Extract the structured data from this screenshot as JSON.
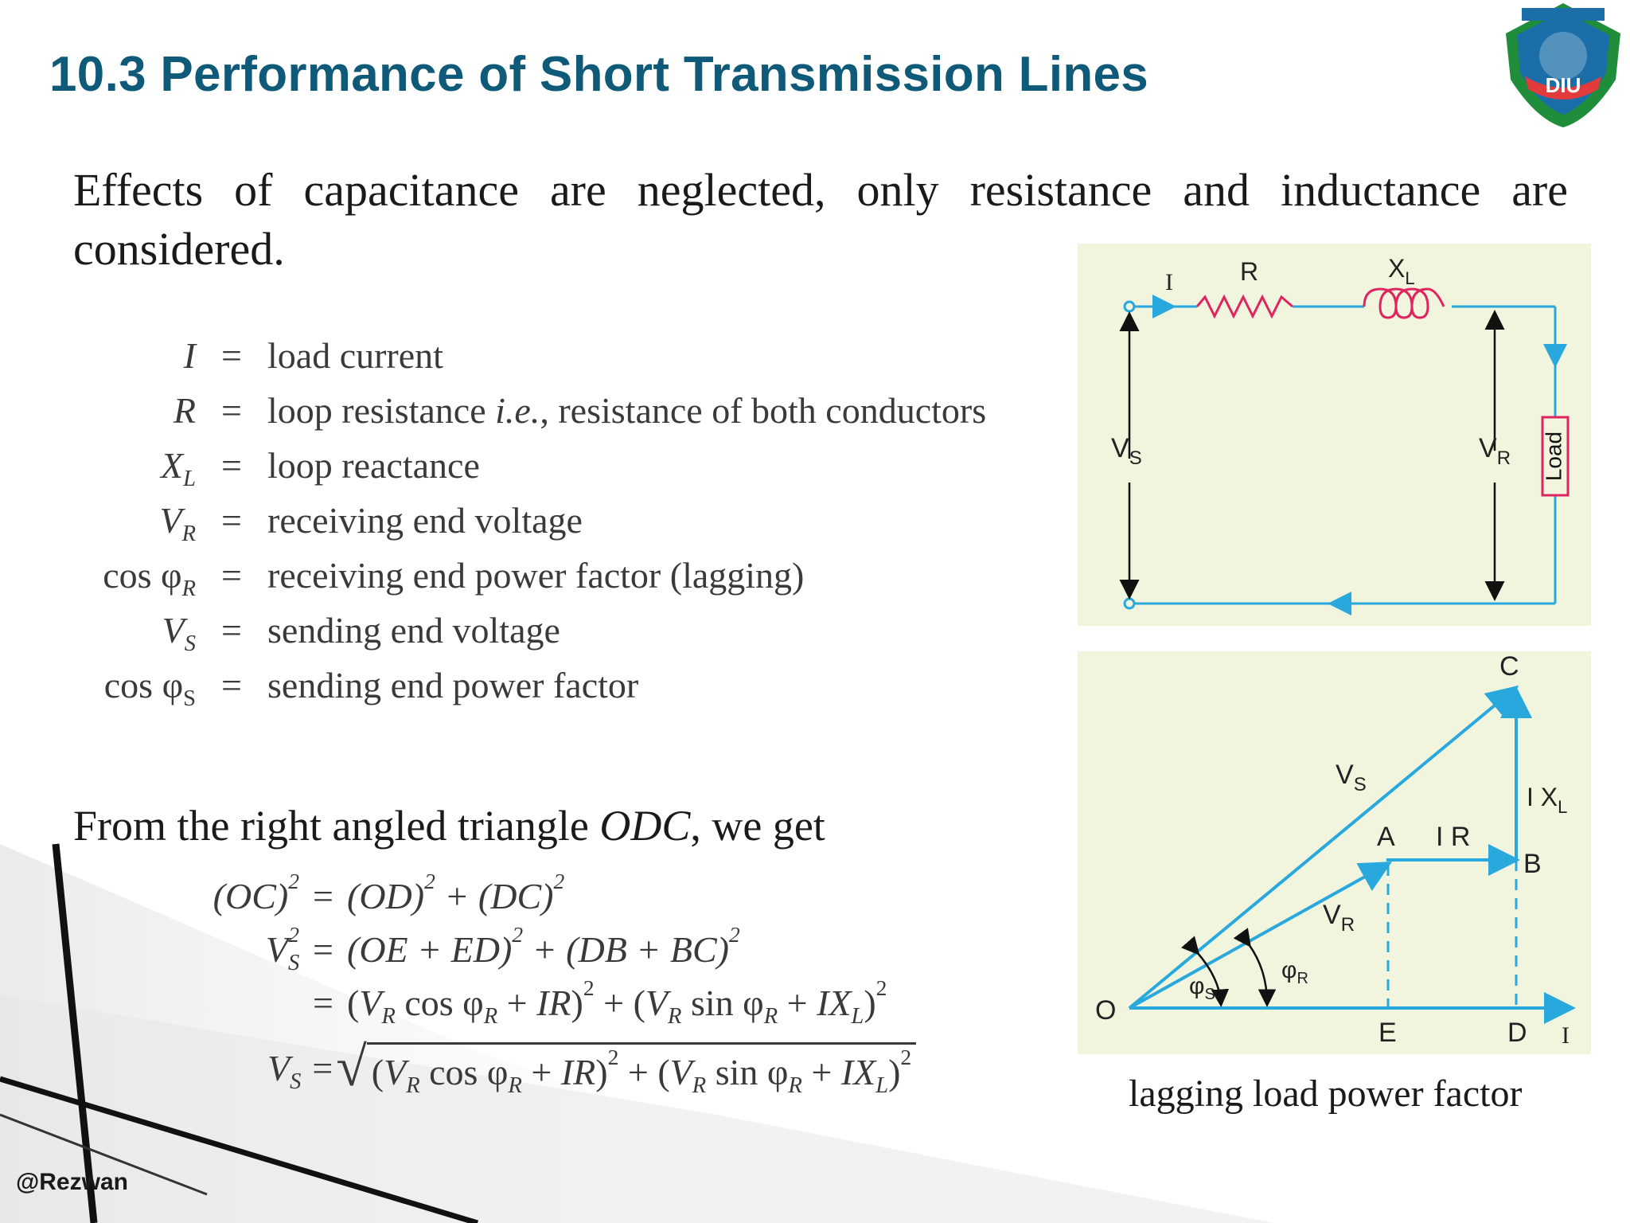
{
  "slide": {
    "title": "10.3 Performance of Short Transmission Lines",
    "intro": "Effects of capacitance are neglected, only resistance and inductance are considered.",
    "logo_text": "DIU",
    "watermark": "@Rezwan"
  },
  "definitions": [
    {
      "symbol": "I",
      "desc": "load current"
    },
    {
      "symbol": "R",
      "desc_before": "loop resistance ",
      "desc_italic": "i.e.",
      "desc_after": ", resistance of both conductors"
    },
    {
      "symbol": "X",
      "sub": "L",
      "desc": "loop reactance"
    },
    {
      "symbol": "V",
      "sub": "R",
      "desc": "receiving end voltage"
    },
    {
      "symbol": "cos φ",
      "sub": "R",
      "desc": "receiving end power factor (lagging)"
    },
    {
      "symbol": "V",
      "sub": "S",
      "desc": "sending end voltage"
    },
    {
      "symbol": "cos φ",
      "sub": "S",
      "desc": "sending end power factor"
    }
  ],
  "derivation": {
    "intro_before": "From the right angled triangle ",
    "intro_italic": "ODC",
    "intro_after": ", we get"
  },
  "circuit": {
    "current": "I",
    "resistor": "R",
    "reactance": "X",
    "reactance_sub": "L",
    "vs": "V",
    "vs_sub": "S",
    "vr": "V",
    "vr_sub": "R",
    "load": "Load"
  },
  "phasor": {
    "points": {
      "O": "O",
      "A": "A",
      "B": "B",
      "C": "C",
      "D": "D",
      "E": "E"
    },
    "current_axis": "I",
    "vs": "V",
    "vs_sub": "S",
    "vr": "V",
    "vr_sub": "R",
    "ir": "I R",
    "ixl": "I X",
    "ixl_sub": "L",
    "phi_s": "φ",
    "phi_s_sub": "S",
    "phi_r": "φ",
    "phi_r_sub": "R",
    "caption": "lagging load power factor"
  },
  "colors": {
    "title": "#0e5a78",
    "wire": "#29a8dd",
    "component": "#e0245e",
    "panel": "#f2f5de"
  }
}
